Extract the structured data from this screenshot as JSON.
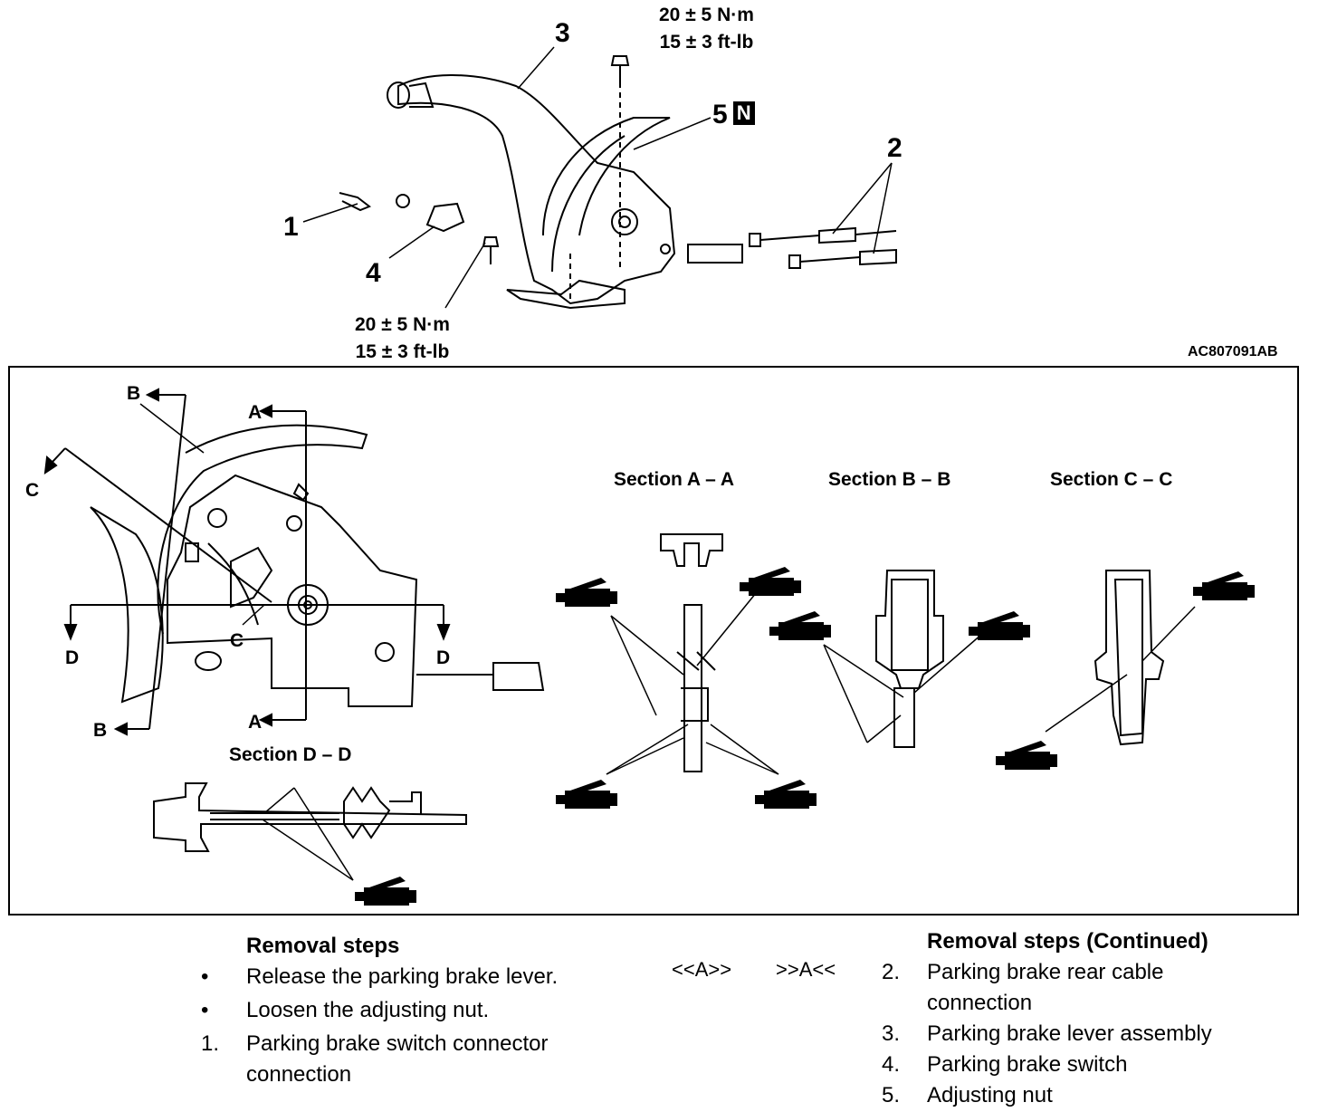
{
  "callouts": {
    "c1": "1",
    "c2": "2",
    "c3": "3",
    "c4": "4",
    "c5": "5",
    "c5_badge": "N"
  },
  "torque_top": {
    "line1": "20 ± 5 N·m",
    "line2": "15 ± 3 ft-lb"
  },
  "torque_bottom": {
    "line1": "20 ± 5 N·m",
    "line2": "15 ± 3 ft-lb"
  },
  "figure_ref": "AC807091AB",
  "section_letters": {
    "a_top": "A",
    "a_bottom": "A",
    "b_top": "B",
    "b_bottom": "B",
    "c_left": "C",
    "c_mid": "C",
    "d_left": "D",
    "d_right": "D"
  },
  "sections": {
    "aa": "Section  A – A",
    "bb": "Section  B – B",
    "cc": "Section  C – C",
    "dd": "Section  D – D"
  },
  "removal_left": {
    "heading": "Removal steps",
    "steps": [
      {
        "marker": "•",
        "text": "Release the parking brake lever."
      },
      {
        "marker": "•",
        "text": "Loosen the adjusting nut."
      },
      {
        "marker": "1.",
        "text": "Parking brake switch connector connection"
      }
    ]
  },
  "ref_marks": {
    "removal": "<<A>>",
    "installation": ">>A<<"
  },
  "removal_right": {
    "heading": "Removal steps (Continued)",
    "steps": [
      {
        "marker": "2.",
        "text": "Parking brake rear cable connection"
      },
      {
        "marker": "3.",
        "text": "Parking brake lever assembly"
      },
      {
        "marker": "4.",
        "text": "Parking brake switch"
      },
      {
        "marker": "5.",
        "text": "Adjusting nut"
      }
    ]
  }
}
